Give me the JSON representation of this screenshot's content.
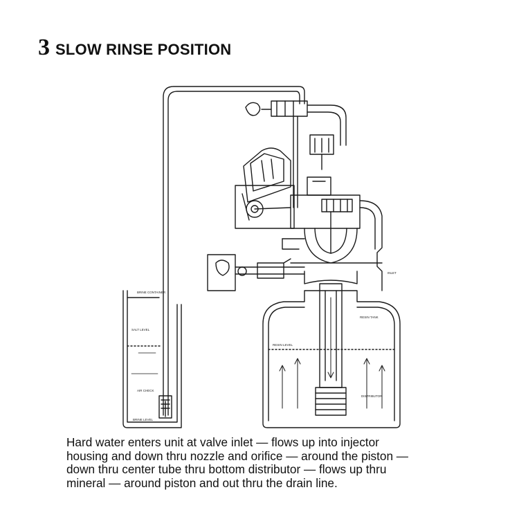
{
  "heading": {
    "number": "3",
    "title": "SLOW RINSE POSITION"
  },
  "labels": {
    "brine_container": "BRINE CONTAINER",
    "salt_level": "SALT LEVEL",
    "air_check": "AIR CHECK",
    "brine_level": "BRINE LEVEL",
    "inlet": "INLET",
    "resin_tank": "RESIN TANK",
    "resin_level": "RESIN LEVEL",
    "distributor": "DISTRIBUTOR"
  },
  "description": {
    "lines": [
      "Hard water enters unit at valve inlet — flows up into injector",
      "housing and down thru nozzle and orifice — around the piston —",
      "down thru center tube thru bottom distributor — flows up thru",
      "mineral — around piston and out thru the drain line."
    ]
  },
  "colors": {
    "line": "#1a1a1a",
    "background": "#ffffff"
  }
}
